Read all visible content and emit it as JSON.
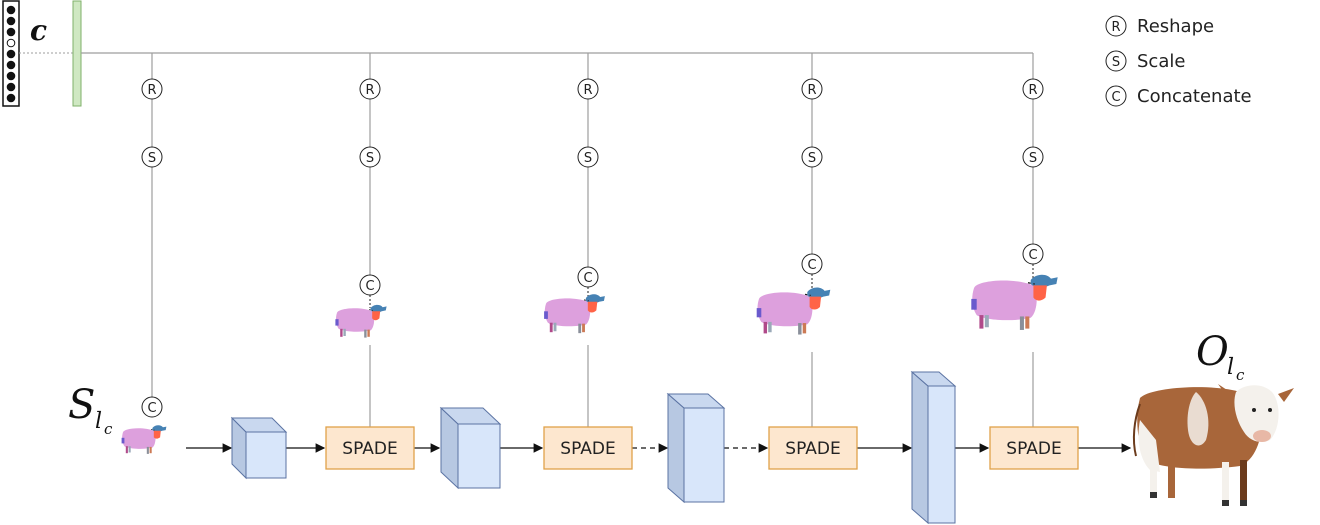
{
  "latent": {
    "label": "c",
    "dots": [
      "filled",
      "filled",
      "filled",
      "hollow",
      "filled",
      "filled",
      "filled",
      "filled",
      "filled"
    ]
  },
  "legend": [
    {
      "symbol": "R",
      "text": "Reshape"
    },
    {
      "symbol": "S",
      "text": "Scale"
    },
    {
      "symbol": "C",
      "text": "Concatenate"
    }
  ],
  "ops": {
    "reshape": "R",
    "scale": "S",
    "concat": "C"
  },
  "blocks": {
    "spade": "SPADE"
  },
  "input": {
    "symbol": "S",
    "subscript": "l",
    "subsubscript": "c"
  },
  "output": {
    "symbol": "O",
    "subscript": "l",
    "subsubscript": "c"
  },
  "colors": {
    "line": "#9e9e9e",
    "arrow": "#111111",
    "spade_fill": "#fde7cf",
    "spade_stroke": "#e0a24a",
    "block_front": "#d8e6fa",
    "block_side": "#b7c8e2",
    "block_top": "#c9d8ef",
    "block_stroke": "#5b73a3",
    "latent_bar": "#cfe8c2",
    "latent_bar_stroke": "#7fb06a",
    "seg_body": "#dda0dd",
    "seg_head": "#4682b4",
    "seg_muzzle": "#ff6347",
    "seg_leg": "#9aa9b8",
    "seg_hoof": "#c0508a",
    "seg_tail": "#6a5acd",
    "cow_body": "#a8663a",
    "cow_white": "#f4f1ec",
    "cow_dark": "#6b3b1c"
  }
}
